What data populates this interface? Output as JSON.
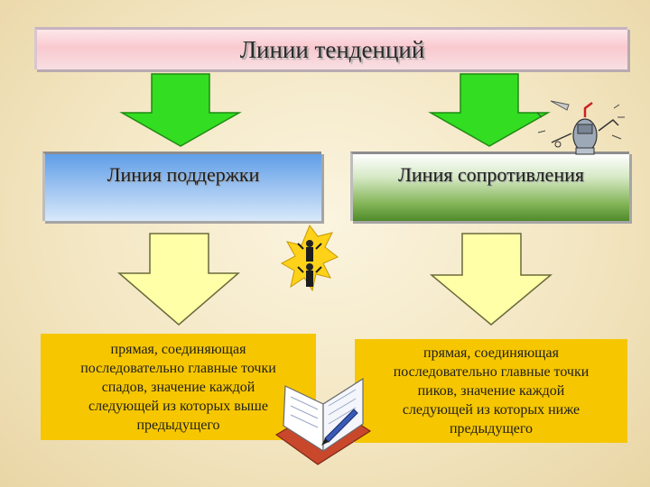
{
  "title": "Линии тенденций",
  "support": {
    "label": "Линия поддержки",
    "description": "прямая, соединяющая\nпоследовательно главные точки\nспадов, значение каждой\nследующей из которых выше\nпредыдущего"
  },
  "resistance": {
    "label": "Линия сопротивления",
    "description": "прямая, соединяющая\nпоследовательно главные точки\nпиков, значение каждой\nследующей из которых ниже\nпредыдущего"
  },
  "colors": {
    "green_arrow": "#33dd22",
    "yellow_arrow": "#ffffa8",
    "description_fill": "#f6c600"
  }
}
